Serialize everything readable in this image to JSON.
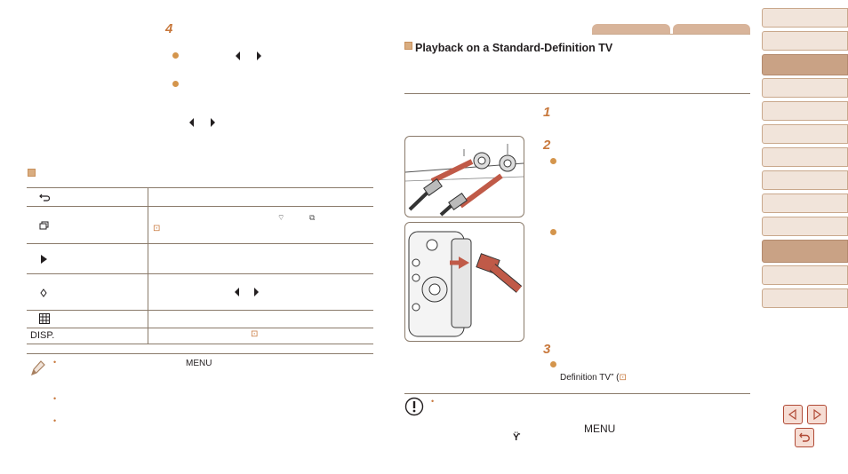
{
  "left_page": {
    "step_number": "4",
    "table_rows": [
      {
        "icon": "back-icon",
        "label": ""
      },
      {
        "icon": "group-icon",
        "label": ""
      },
      {
        "icon": "play-icon",
        "label": ""
      },
      {
        "icon": "effect-icon",
        "label": ""
      },
      {
        "icon": "grid-icon",
        "label": ""
      },
      {
        "icon": "disp-label",
        "label": "DISP."
      }
    ],
    "note_menu_label": "MENU"
  },
  "right_page": {
    "section_title": "Playback on a Standard-Definition TV",
    "step1": "1",
    "step2": "2",
    "step3": "3",
    "step3_text": "Definition TV” (",
    "note_menu_label": "MENU"
  },
  "colors": {
    "accent": "#c8783c",
    "tab_light": "#f1e4da",
    "tab_active": "#c9a285",
    "nav_border": "#b04a36"
  }
}
